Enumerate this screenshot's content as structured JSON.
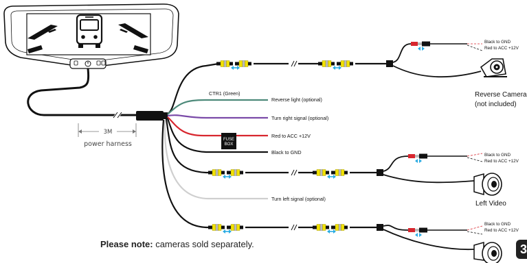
{
  "labels": {
    "ctr1": "CTR1 (Green)",
    "reverse_light": "Reverse light (optional)",
    "turn_right": "Turn right signal (optional)",
    "red_acc": "Red to ACC +12V",
    "black_gnd": "Black to GND",
    "turn_left": "Turn left signal (optional)",
    "fuse_line1": "FUSE",
    "fuse_line2": "BOX",
    "harness_len": "3M",
    "harness_name": "power harness",
    "cam1_black": "Black to GND",
    "cam1_red": "Red to ACC +12V",
    "cam2_black": "Black to GND",
    "cam2_red": "Red to ACC +12V",
    "cam3_black": "Black to GND",
    "cam3_red": "Red to ACC +12V",
    "reverse_camera_1": "Reverse Camera",
    "reverse_camera_2": "(not included)",
    "left_video": "Left Video"
  },
  "note": {
    "bold": "Please note:",
    "text": " cameras sold separately."
  },
  "page_number": "3",
  "colors": {
    "rca_yellow": "#f2e200",
    "arrow_cyan": "#29abe2",
    "wire_black": "#111111",
    "wire_red": "#d8262e",
    "wire_green": "#4d8a7a",
    "wire_purple": "#7a4aa8",
    "wire_gray": "#cfcfcf"
  }
}
